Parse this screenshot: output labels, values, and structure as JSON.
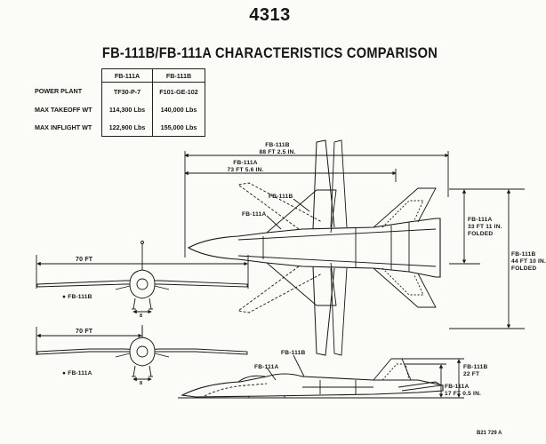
{
  "page_number": "4313",
  "title": "FB-111B/FB-111A CHARACTERISTICS COMPARISON",
  "table": {
    "columns": [
      "FB-111A",
      "FB-111B"
    ],
    "rows": [
      {
        "label": "POWER PLANT",
        "values": [
          "TF30-P-7",
          "F101-GE-102"
        ]
      },
      {
        "label": "MAX TAKEOFF WT",
        "values": [
          "114,300 Lbs",
          "140,000 Lbs"
        ]
      },
      {
        "label": "MAX INFLIGHT WT",
        "values": [
          "122,900 Lbs",
          "155,000 Lbs"
        ]
      }
    ]
  },
  "top_view": {
    "fb111b_length": {
      "line1": "FB-111B",
      "line2": "88 FT 2.5 IN."
    },
    "fb111a_length": {
      "line1": "FB-111A",
      "line2": "73 FT 5.6 IN."
    },
    "label_fb111b": "FB-111B",
    "label_fb111a": "FB-111A",
    "fb111a_span": {
      "line1": "FB-111A",
      "line2": "33 FT 11 IN.",
      "line3": "FOLDED"
    },
    "fb111b_span": {
      "line1": "FB-111B",
      "line2": "44 FT 10 IN.",
      "line3": "FOLDED"
    }
  },
  "front_view_b": {
    "width": "70 FT",
    "label": "● FB-111B",
    "small": "8"
  },
  "front_view_a": {
    "width": "70 FT",
    "label": "● FB-111A",
    "small": "8"
  },
  "side_view": {
    "label_fb111b": "FB-111B",
    "label_fb111a": "FB-111A",
    "fb111b_height": {
      "line1": "FB-111B",
      "line2": "22 FT"
    },
    "fb111a_height": {
      "line1": "FB-111A",
      "line2": "17 FT 0.5 IN."
    }
  },
  "figure_code": "B21 729 A"
}
